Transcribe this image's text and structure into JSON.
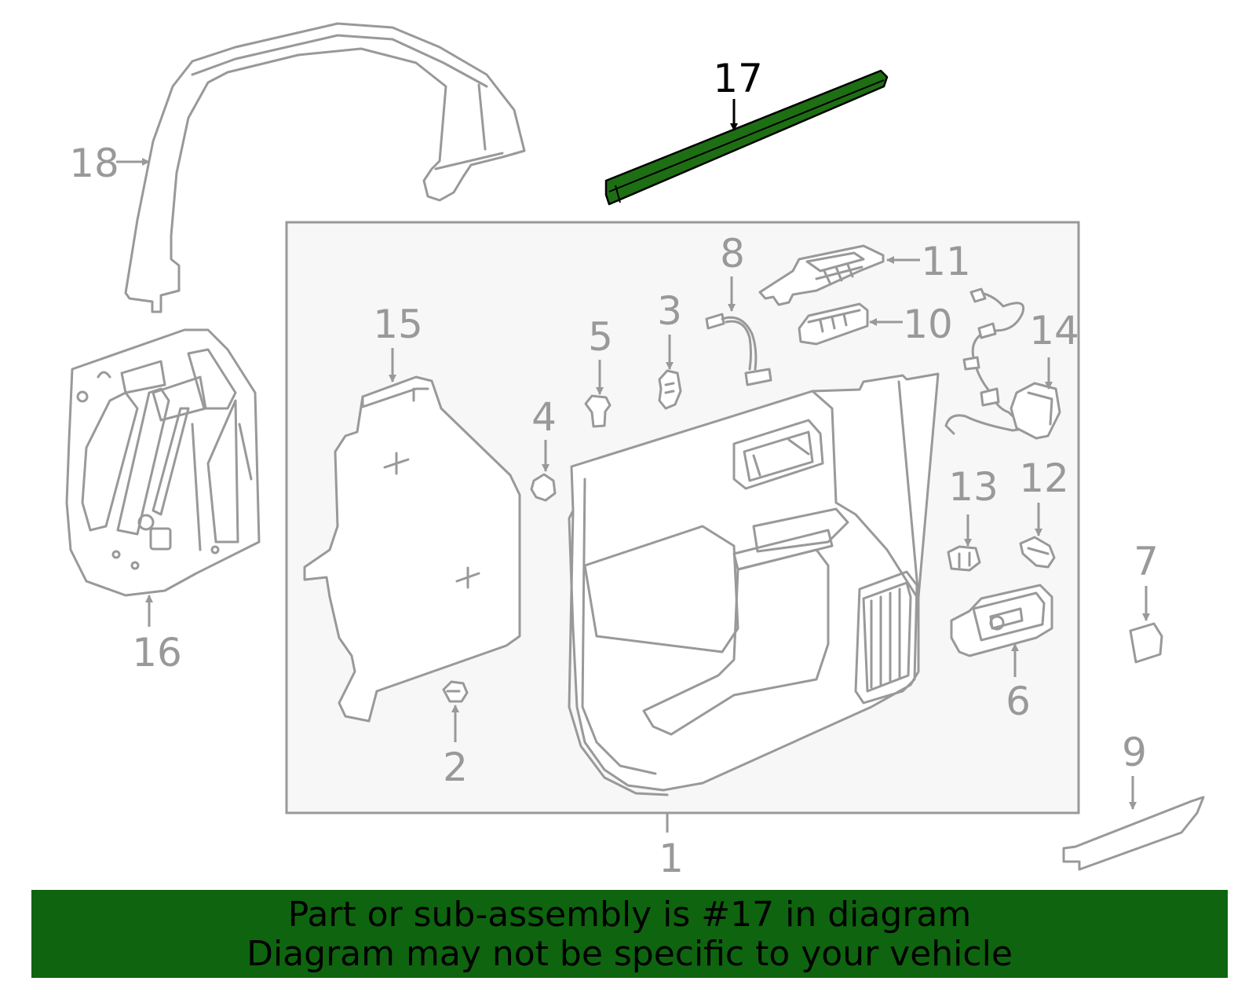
{
  "diagram": {
    "highlight_color": "#1e6e14",
    "banner_color": "#0f640f",
    "labels": {
      "l1": "1",
      "l2": "2",
      "l3": "3",
      "l4": "4",
      "l5": "5",
      "l6": "6",
      "l7": "7",
      "l8": "8",
      "l9": "9",
      "l10": "10",
      "l11": "11",
      "l12": "12",
      "l13": "13",
      "l14": "14",
      "l15": "15",
      "l16": "16",
      "l17": "17",
      "l18": "18"
    }
  },
  "banner": {
    "line1": "Part or sub-assembly is #17 in diagram",
    "line2": "Diagram may not be specific to your vehicle"
  }
}
